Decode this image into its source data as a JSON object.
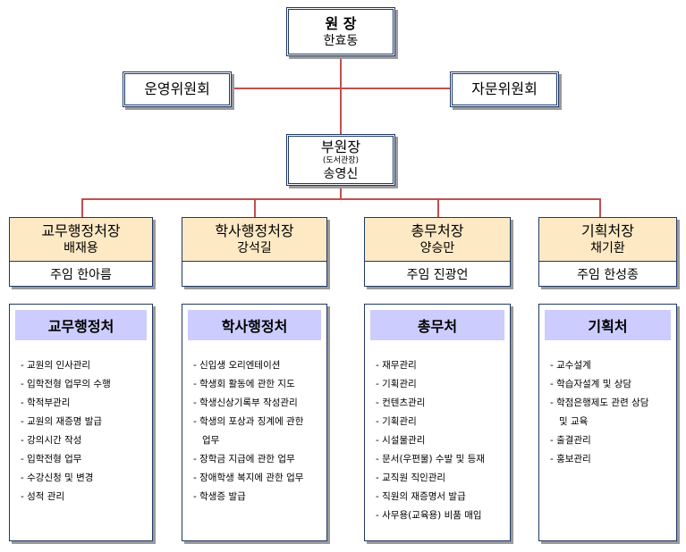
{
  "director": {
    "title": "원 장",
    "name": "한효동"
  },
  "committees": {
    "left": "운영위원회",
    "right": "자문위원회"
  },
  "vice": {
    "title": "부원장",
    "note": "(도서관장)",
    "name": "송영신"
  },
  "heads": [
    {
      "title": "교무행정처장",
      "name": "배재용",
      "staff": "주임  한아름"
    },
    {
      "title": "학사행정처장",
      "name": "강석길",
      "staff": ""
    },
    {
      "title": "총무처장",
      "name": "양승만",
      "staff": "주임  진광언"
    },
    {
      "title": "기획처장",
      "name": "채기환",
      "staff": "주임  한성종"
    }
  ],
  "depts": [
    {
      "title": "교무행정처",
      "items": [
        "-  교원의 인사관리",
        "-  입학전형 업무의 수행",
        "-  학적부관리",
        "-  교원의 재증명 발급",
        "-  강의시간 작성",
        "-  입학전형 업무",
        "-  수강신청 및 변경",
        "-  성적 관리"
      ]
    },
    {
      "title": "학사행정처",
      "items": [
        "-  신입생 오리엔테이션",
        "-  학생회 활동에 관한 지도",
        "-  학생신상기록부 작성관리",
        "-  학생의 포상과 징계에 관한",
        "업무",
        "-  장학금 지급에 관한 업무",
        "-  장애학생 복지에 관한 업무",
        "-  학생증 발급"
      ]
    },
    {
      "title": "총무처",
      "items": [
        "-  재무관리",
        "-  기획관리",
        "-  컨텐츠관리",
        "-  기획관리",
        "-  시설물관리",
        "-  문서(우편물) 수발 및 등재",
        "-  교직원 직인관리",
        "-  직원의 재증명서 발급",
        "-  사무용(교육용) 비품 매입"
      ]
    },
    {
      "title": "기획처",
      "items": [
        "-  교수설계",
        "-  학습자설계 및 상담",
        "-  학점은행제도  관련  상담",
        "및 교육",
        "-  출결관리",
        "-  홍보관리"
      ]
    }
  ]
}
